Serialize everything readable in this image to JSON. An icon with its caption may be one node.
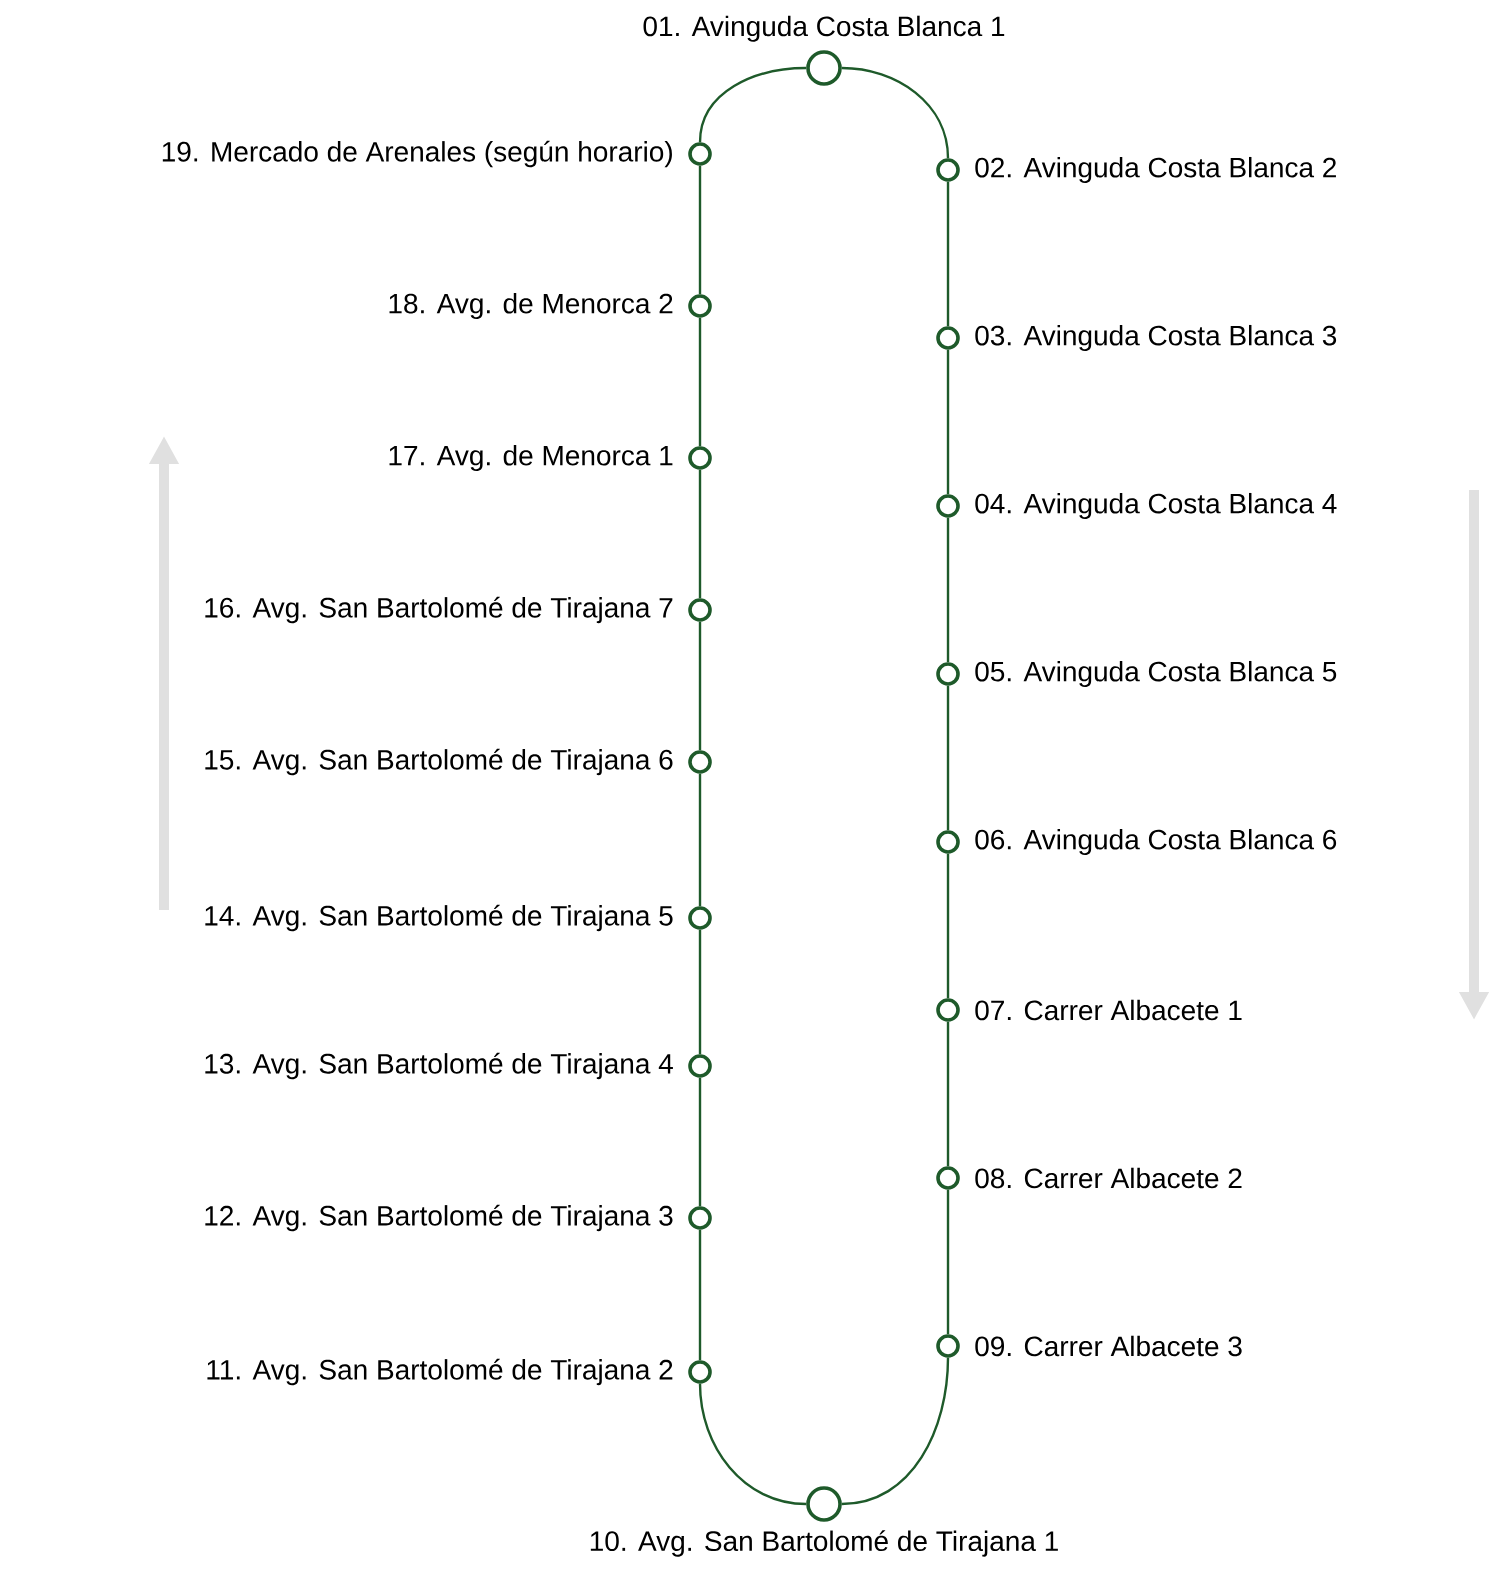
{
  "diagram": {
    "nodes": [
      {
        "text": [
          "01. Avinguda Costa Blanca 1"
        ]
      },
      {
        "text": [
          "02. Avinguda Costa Blanca 2"
        ]
      },
      {
        "text": [
          "03. Avinguda Costa Blanca 3"
        ]
      },
      {
        "text": [
          "04. Avinguda Costa Blanca 4"
        ]
      },
      {
        "text": [
          "05. Avinguda Costa Blanca 5"
        ]
      },
      {
        "text": [
          "06. Avinguda Costa Blanca 6"
        ]
      },
      {
        "text": [
          "07. Carrer Albacete 1"
        ]
      },
      {
        "text": [
          "08. Carrer Albacete 2"
        ]
      },
      {
        "text": [
          "09. Carrer Albacete 3"
        ]
      },
      {
        "text": [
          "10. Avg. San Bartolomé de Tirajana 1"
        ]
      },
      {
        "text": [
          "11. Avg. San Bartolomé de Tirajana 2"
        ]
      },
      {
        "text": [
          "12. Avg. San Bartolomé de Tirajana 3"
        ]
      },
      {
        "text": [
          "13. Avg. San Bartolomé de Tirajana 4"
        ]
      },
      {
        "text": [
          "14. Avg. San Bartolomé de Tirajana 5"
        ]
      },
      {
        "text": [
          "15. Avg. San Bartolomé de Tirajana 6"
        ]
      },
      {
        "text": [
          "16. Avg. San Bartolomé de Tirajana 7"
        ]
      },
      {
        "text": [
          "17. Avg. de Menorca 1"
        ]
      },
      {
        "text": [
          "18. Avg. de Menorca 2"
        ]
      },
      {
        "text": [
          "19. Mercado de Arenales (según horario)"
        ]
      }
    ],
    "edges": [
      {
        "from": 0,
        "to": 1,
        "arrow": "none"
      },
      {
        "from": 1,
        "to": 2,
        "arrow": "none"
      },
      {
        "from": 2,
        "to": 3,
        "arrow": "none"
      },
      {
        "from": 3,
        "to": 4,
        "arrow": "none"
      },
      {
        "from": 4,
        "to": 5,
        "arrow": "none"
      },
      {
        "from": 5,
        "to": 6,
        "arrow": "none"
      },
      {
        "from": 6,
        "to": 7,
        "arrow": "none"
      },
      {
        "from": 7,
        "to": 8,
        "arrow": "none"
      },
      {
        "from": 8,
        "to": 9,
        "arrow": "none"
      },
      {
        "from": 9,
        "to": 10,
        "arrow": "none"
      },
      {
        "from": 10,
        "to": 11,
        "arrow": "none"
      },
      {
        "from": 11,
        "to": 12,
        "arrow": "none"
      },
      {
        "from": 12,
        "to": 13,
        "arrow": "none"
      },
      {
        "from": 13,
        "to": 14,
        "arrow": "none"
      },
      {
        "from": 14,
        "to": 15,
        "arrow": "none"
      },
      {
        "from": 15,
        "to": 16,
        "arrow": "none"
      },
      {
        "from": 16,
        "to": 17,
        "arrow": "none"
      },
      {
        "from": 17,
        "to": 18,
        "arrow": "none"
      },
      {
        "from": 18,
        "to": 0,
        "arrow": "none"
      }
    ]
  }
}
